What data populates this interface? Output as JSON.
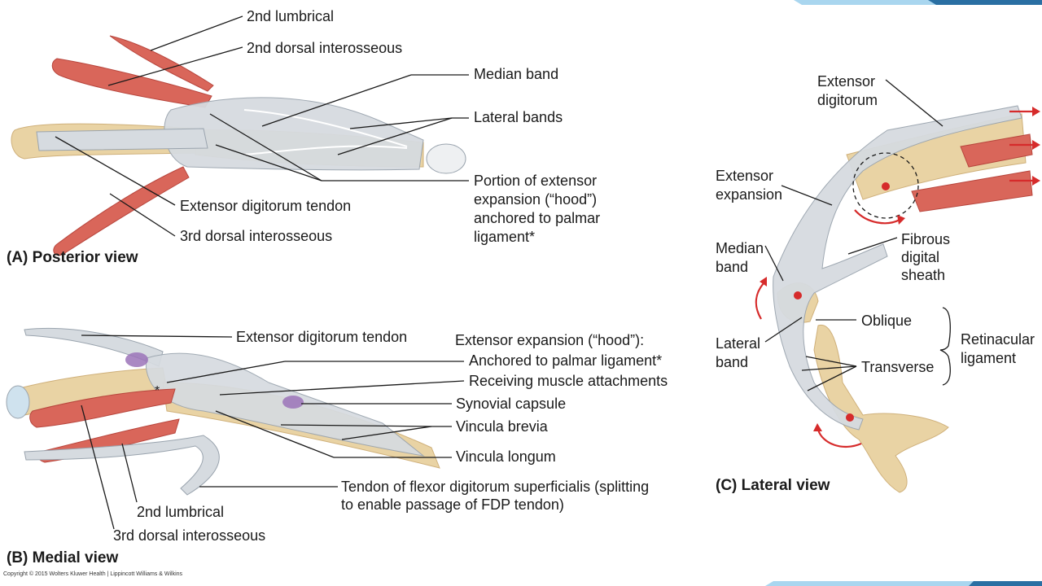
{
  "colors": {
    "bone": "#e9d3a4",
    "bone_dark": "#cfb07a",
    "tendon": "#d6dbe0",
    "tendon_edge": "#9aa4ae",
    "muscle": "#d9665a",
    "muscle_dark": "#b8463d",
    "capsule": "#9b73b8",
    "arrow": "#d62b2b",
    "accent_bar_light": "#a9d6ef",
    "accent_bar_dark": "#2a6fa3"
  },
  "posterior": {
    "title": "(A) Posterior view",
    "second_lumbrical": "2nd lumbrical",
    "second_dorsal_interosseous": "2nd dorsal interosseous",
    "median_band": "Median band",
    "lateral_bands": "Lateral bands",
    "hood_line1": "Portion of extensor",
    "hood_line2": "expansion (“hood”)",
    "hood_line3": "anchored to palmar",
    "hood_line4": "ligament*",
    "extensor_tendon": "Extensor digitorum tendon",
    "third_dorsal_interosseous": "3rd dorsal interosseous"
  },
  "medial": {
    "title": "(B) Medial view",
    "extensor_tendon": "Extensor digitorum tendon",
    "expansion_heading": "Extensor expansion (“hood”):",
    "anchored": "Anchored to palmar ligament*",
    "receiving": "Receiving muscle attachments",
    "synovial": "Synovial capsule",
    "vincula_brevia": "Vincula brevia",
    "vincula_longum": "Vincula longum",
    "fds_line1": "Tendon of flexor digitorum superficialis (splitting",
    "fds_line2": "to enable passage of FDP tendon)",
    "second_lumbrical": "2nd lumbrical",
    "third_dorsal_interosseous": "3rd dorsal interosseous",
    "asterisk": "*"
  },
  "lateral": {
    "title": "(C) Lateral view",
    "extensor_digitorum_line1": "Extensor",
    "extensor_digitorum_line2": "digitorum",
    "extensor_expansion_line1": "Extensor",
    "extensor_expansion_line2": "expansion",
    "median_band_line1": "Median",
    "median_band_line2": "band",
    "lateral_band_line1": "Lateral",
    "lateral_band_line2": "band",
    "fibrous_line1": "Fibrous",
    "fibrous_line2": "digital",
    "fibrous_line3": "sheath",
    "oblique": "Oblique",
    "transverse": "Transverse",
    "retinacular_line1": "Retinacular",
    "retinacular_line2": "ligament"
  },
  "copyright": "Copyright © 2015 Wolters Kluwer Health | Lippincott Williams & Wilkins"
}
